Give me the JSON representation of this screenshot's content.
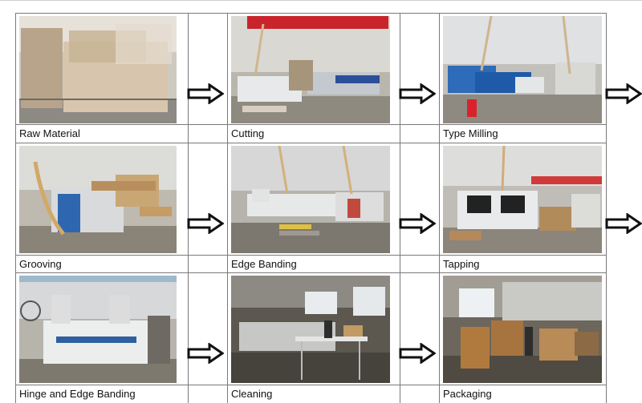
{
  "steps": [
    {
      "label": "Raw Material"
    },
    {
      "label": "Cutting"
    },
    {
      "label": "Type Milling"
    },
    {
      "label": "Grooving"
    },
    {
      "label": "Edge Banding"
    },
    {
      "label": "Tapping"
    },
    {
      "label": "Hinge and Edge Banding"
    },
    {
      "label": "Cleaning"
    },
    {
      "label": "Packaging"
    }
  ],
  "arrow_icon": "right-arrow-icon",
  "colors": {
    "grid": "#7a7a7a",
    "arrow_stroke": "#111111",
    "caption": "#111111"
  }
}
